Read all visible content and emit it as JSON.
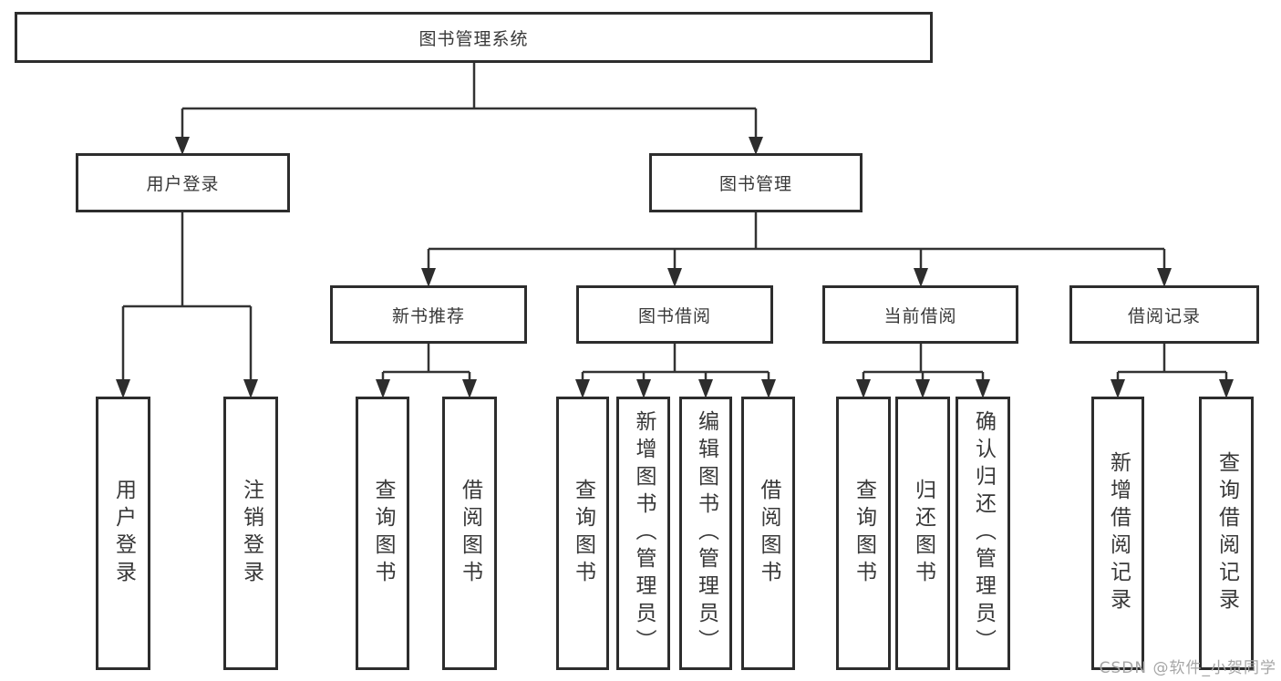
{
  "diagram": {
    "root": {
      "label": "图书管理系统"
    },
    "level2": [
      {
        "label": "用户登录"
      },
      {
        "label": "图书管理"
      }
    ],
    "level3": [
      {
        "label": "新书推荐",
        "parent": "图书管理"
      },
      {
        "label": "图书借阅",
        "parent": "图书管理"
      },
      {
        "label": "当前借阅",
        "parent": "图书管理"
      },
      {
        "label": "借阅记录",
        "parent": "图书管理"
      }
    ],
    "leaves": [
      {
        "label": "用户登录",
        "parent": "用户登录"
      },
      {
        "label": "注销登录",
        "parent": "用户登录"
      },
      {
        "label": "查询图书",
        "parent": "新书推荐"
      },
      {
        "label": "借阅图书",
        "parent": "新书推荐"
      },
      {
        "label": "查询图书",
        "parent": "图书借阅"
      },
      {
        "label": "新增图书（管理员）",
        "parent": "图书借阅"
      },
      {
        "label": "编辑图书（管理员）",
        "parent": "图书借阅"
      },
      {
        "label": "借阅图书",
        "parent": "图书借阅"
      },
      {
        "label": "查询图书",
        "parent": "当前借阅"
      },
      {
        "label": "归还图书",
        "parent": "当前借阅"
      },
      {
        "label": "确认归还（管理员）",
        "parent": "当前借阅"
      },
      {
        "label": "新增借阅记录",
        "parent": "借阅记录"
      },
      {
        "label": "查询借阅记录",
        "parent": "借阅记录"
      }
    ],
    "watermark": "CSDN @软件_小贺同学",
    "colors": {
      "line": "#333333",
      "box_border": "#2d2d2d",
      "text": "#383838",
      "watermark": "#a6a6a6",
      "background": "#ffffff"
    }
  }
}
